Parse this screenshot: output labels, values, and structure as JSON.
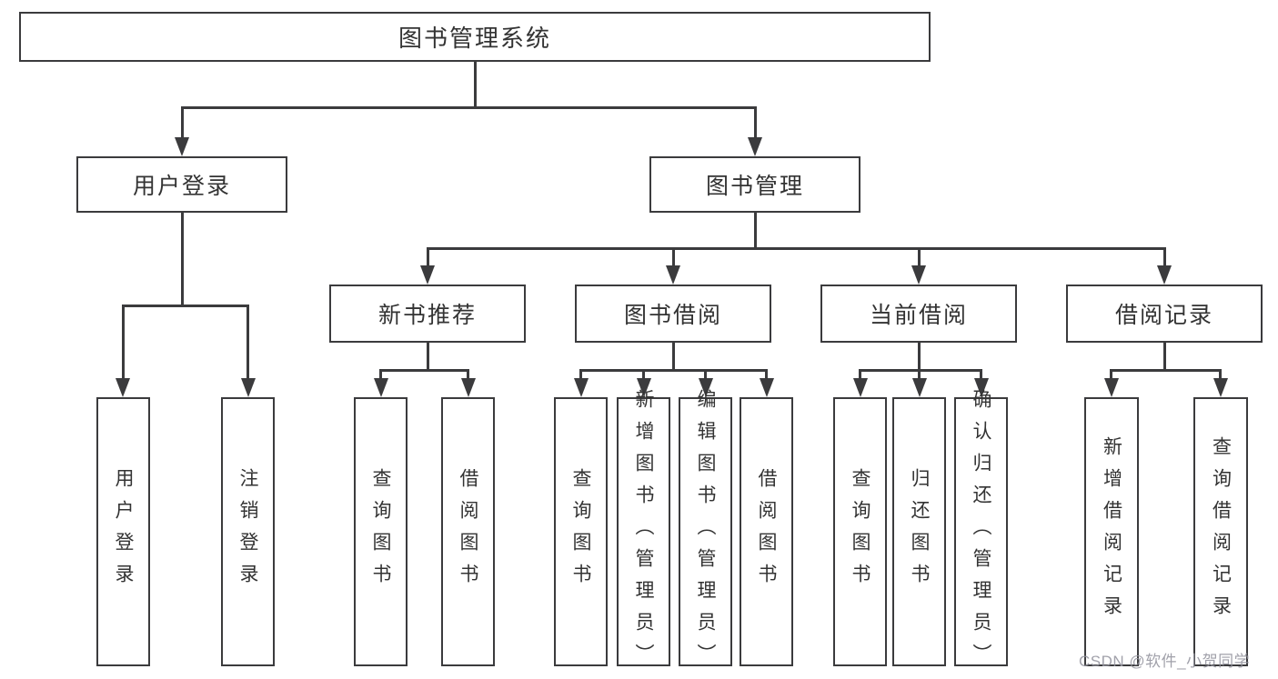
{
  "tree": {
    "label": "图书管理系统",
    "children": [
      {
        "label": "用户登录",
        "children": [
          {
            "label": "用户登录"
          },
          {
            "label": "注销登录"
          }
        ]
      },
      {
        "label": "图书管理",
        "children": [
          {
            "label": "新书推荐",
            "children": [
              {
                "label": "查询图书"
              },
              {
                "label": "借阅图书"
              }
            ]
          },
          {
            "label": "图书借阅",
            "children": [
              {
                "label": "查询图书"
              },
              {
                "label": "新增图书（管理员）"
              },
              {
                "label": "编辑图书（管理员）"
              },
              {
                "label": "借阅图书"
              }
            ]
          },
          {
            "label": "当前借阅",
            "children": [
              {
                "label": "查询图书"
              },
              {
                "label": "归还图书"
              },
              {
                "label": "确认归还（管理员）"
              }
            ]
          },
          {
            "label": "借阅记录",
            "children": [
              {
                "label": "新增借阅记录"
              },
              {
                "label": "查询借阅记录"
              }
            ]
          }
        ]
      }
    ]
  },
  "watermark": {
    "text": "CSDN @软件_小贺同学"
  },
  "colors": {
    "line": "#3b3b3d",
    "box_border": "#3b3b3d",
    "text": "#333333",
    "watermark": "#94949e",
    "background": "#ffffff"
  }
}
